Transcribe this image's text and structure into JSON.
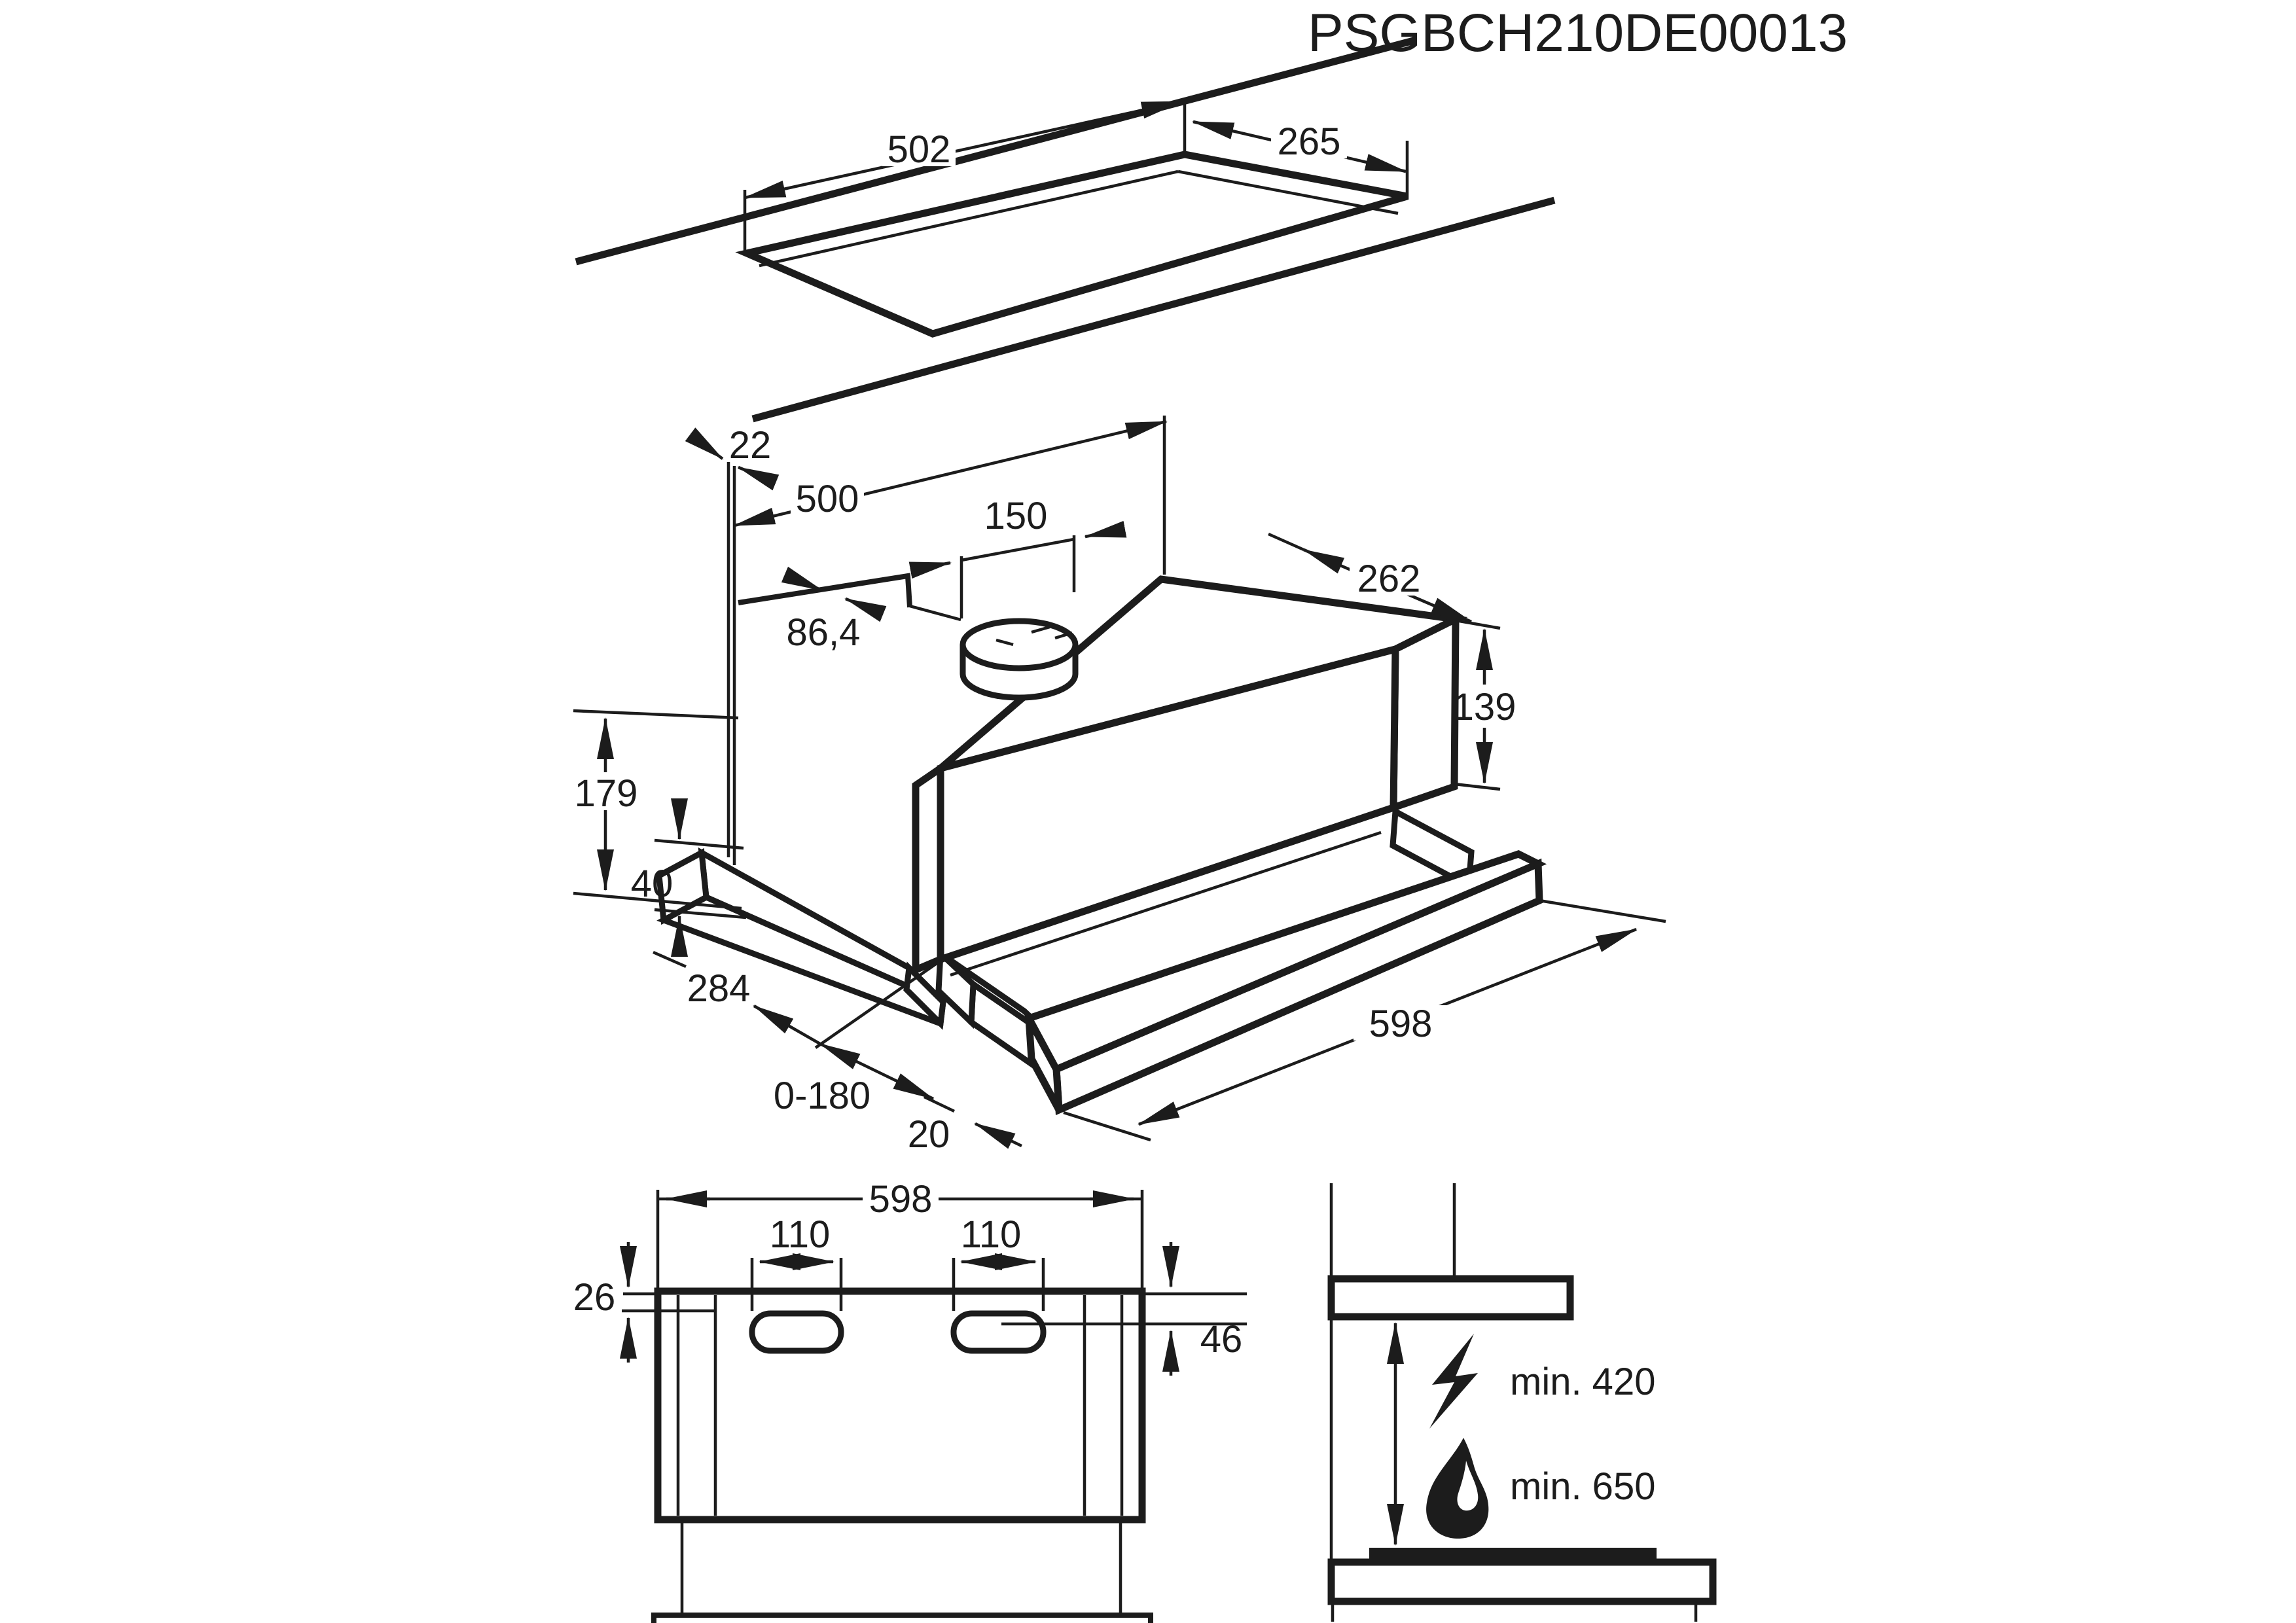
{
  "title": "PSGBCH210DE00013",
  "colors": {
    "ink": "#1c1c1c",
    "background": "#ffffff"
  },
  "cutout_view": {
    "cutout_width": "502",
    "cutout_depth": "265"
  },
  "perspective_view": {
    "panel_thickness": "22",
    "cabinet_width": "500",
    "duct_diameter": "150",
    "duct_offset": "86,4",
    "body_depth": "262",
    "body_height": "139",
    "total_height": "179",
    "bottom_height": "40",
    "total_depth": "284",
    "telescopic_travel": "0-180",
    "front_lip": "20",
    "front_width": "598"
  },
  "front_view": {
    "overall_width": "598",
    "slot_left_width": "110",
    "slot_right_width": "110",
    "top_offset": "26",
    "slot_offset": "46"
  },
  "side_view": {
    "electric_hob_clearance": "min. 420",
    "gas_hob_clearance": "min. 650",
    "icons": [
      "lightning-icon",
      "flame-icon"
    ]
  }
}
